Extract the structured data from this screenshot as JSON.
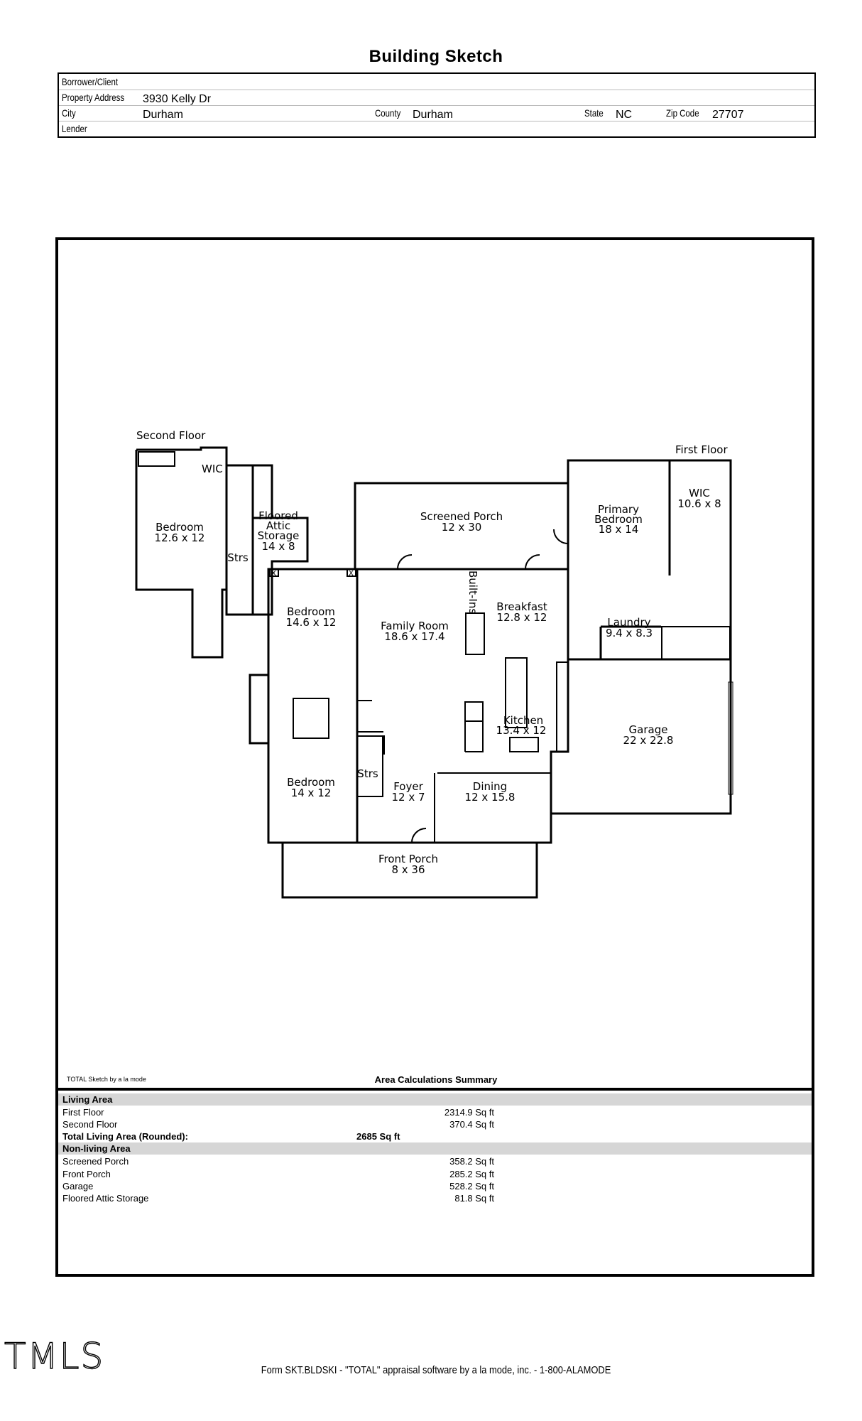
{
  "page_title": "Building Sketch",
  "header": {
    "borrower_label": "Borrower/Client",
    "borrower_value": "",
    "address_label": "Property Address",
    "address_value": "3930 Kelly Dr",
    "city_label": "City",
    "city_value": "Durham",
    "county_label": "County",
    "county_value": "Durham",
    "state_label": "State",
    "state_value": "NC",
    "zip_label": "Zip Code",
    "zip_value": "27707",
    "lender_label": "Lender",
    "lender_value": ""
  },
  "sketch": {
    "second_floor_label": "Second Floor",
    "first_floor_label": "First Floor",
    "rooms": {
      "wic2": "WIC",
      "bedroom2_name": "Bedroom",
      "bedroom2_dim": "12.6 x 12",
      "strs2": "Strs",
      "attic_1": "Floored",
      "attic_2": "Attic",
      "attic_3": "Storage",
      "attic_dim": "14 x 8",
      "screened_name": "Screened Porch",
      "screened_dim": "12 x 30",
      "primary_1": "Primary",
      "primary_2": "Bedroom",
      "primary_dim": "18 x 14",
      "wic1_name": "WIC",
      "wic1_dim": "10.6 x 8",
      "builtins": "Built-Ins",
      "breakfast_name": "Breakfast",
      "breakfast_dim": "12.8 x 12",
      "laundry_name": "Laundry",
      "laundry_dim": "9.4 x 8.3",
      "bedroomA_name": "Bedroom",
      "bedroomA_dim": "14.6 x 12",
      "family_name": "Family Room",
      "family_dim": "18.6 x 17.4",
      "kitchen_name": "Kitchen",
      "kitchen_dim": "13.4 x 12",
      "garage_name": "Garage",
      "garage_dim": "22 x 22.8",
      "bedroomB_name": "Bedroom",
      "bedroomB_dim": "14 x 12",
      "strs1": "Strs",
      "foyer_name": "Foyer",
      "foyer_dim": "12 x 7",
      "dining_name": "Dining",
      "dining_dim": "12 x 15.8",
      "front_porch_name": "Front Porch",
      "front_porch_dim": "8 x 36",
      "x_mark": "X"
    }
  },
  "sketch_credit": "TOTAL Sketch by a la mode",
  "summary": {
    "title": "Area Calculations Summary",
    "living_head": "Living Area",
    "living_rows": [
      {
        "name": "First Floor",
        "value": "2314.9 Sq ft"
      },
      {
        "name": "Second Floor",
        "value": "370.4 Sq ft"
      }
    ],
    "total_label": "Total Living Area (Rounded):",
    "total_value": "2685 Sq ft",
    "nonliving_head": "Non-living Area",
    "nonliving_rows": [
      {
        "name": "Screened Porch",
        "value": "358.2 Sq ft"
      },
      {
        "name": "Front Porch",
        "value": "285.2 Sq ft"
      },
      {
        "name": "Garage",
        "value": "528.2 Sq ft"
      },
      {
        "name": "Floored Attic Storage",
        "value": "81.8 Sq ft"
      }
    ]
  },
  "logo_text": "TMLS",
  "footer": "Form SKT.BLDSKI - \"TOTAL\" appraisal software by a la mode, inc. - 1-800-ALAMODE"
}
